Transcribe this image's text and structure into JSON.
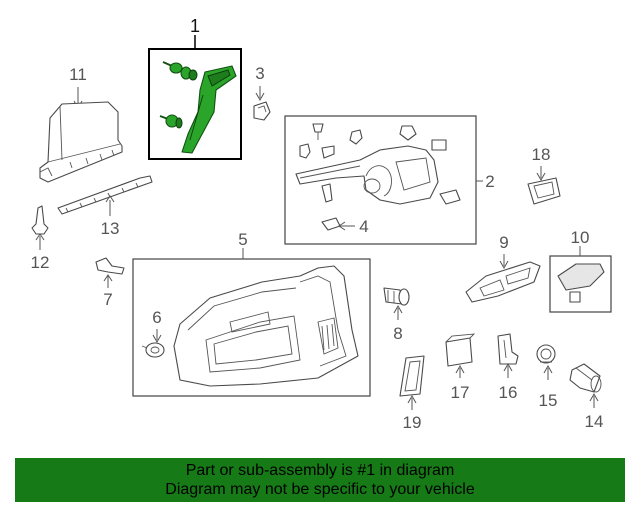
{
  "diagram": {
    "callouts": [
      {
        "id": "1",
        "label": "1"
      },
      {
        "id": "2",
        "label": "2"
      },
      {
        "id": "3",
        "label": "3"
      },
      {
        "id": "4",
        "label": "4"
      },
      {
        "id": "5",
        "label": "5"
      },
      {
        "id": "6",
        "label": "6"
      },
      {
        "id": "7",
        "label": "7"
      },
      {
        "id": "8",
        "label": "8"
      },
      {
        "id": "9",
        "label": "9"
      },
      {
        "id": "10",
        "label": "10"
      },
      {
        "id": "11",
        "label": "11"
      },
      {
        "id": "12",
        "label": "12"
      },
      {
        "id": "13",
        "label": "13"
      },
      {
        "id": "14",
        "label": "14"
      },
      {
        "id": "15",
        "label": "15"
      },
      {
        "id": "16",
        "label": "16"
      },
      {
        "id": "17",
        "label": "17"
      },
      {
        "id": "18",
        "label": "18"
      },
      {
        "id": "19",
        "label": "19"
      }
    ],
    "highlight_color": "#2aa52a"
  },
  "footer": {
    "line1": "Part or sub-assembly is #1 in diagram",
    "line2": "Diagram may not be specific to your vehicle",
    "background": "#167a16"
  }
}
